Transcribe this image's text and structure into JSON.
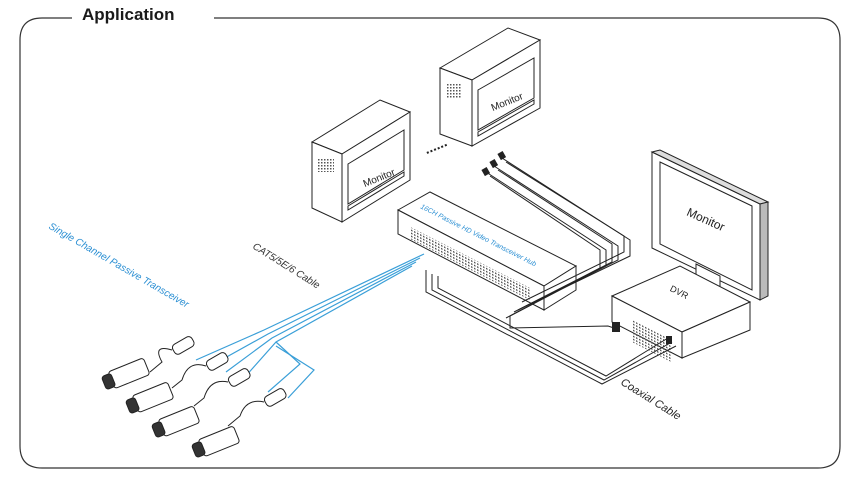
{
  "section_title": "Application",
  "monitor_label": "Monitor",
  "dvr_label": "DVR",
  "hub_label": "16CH Passive HD Video Transceiver Hub",
  "cable_cat": "CAT5/5E/6 Cable",
  "cable_coax": "Coaxial Cable",
  "transceiver_label": "Single Channel Passive Transceiver",
  "ellipsis": "......",
  "colors": {
    "twisted_pair": "#3a9fd8",
    "accent_label": "#2b8fd3",
    "line": "#222222"
  }
}
